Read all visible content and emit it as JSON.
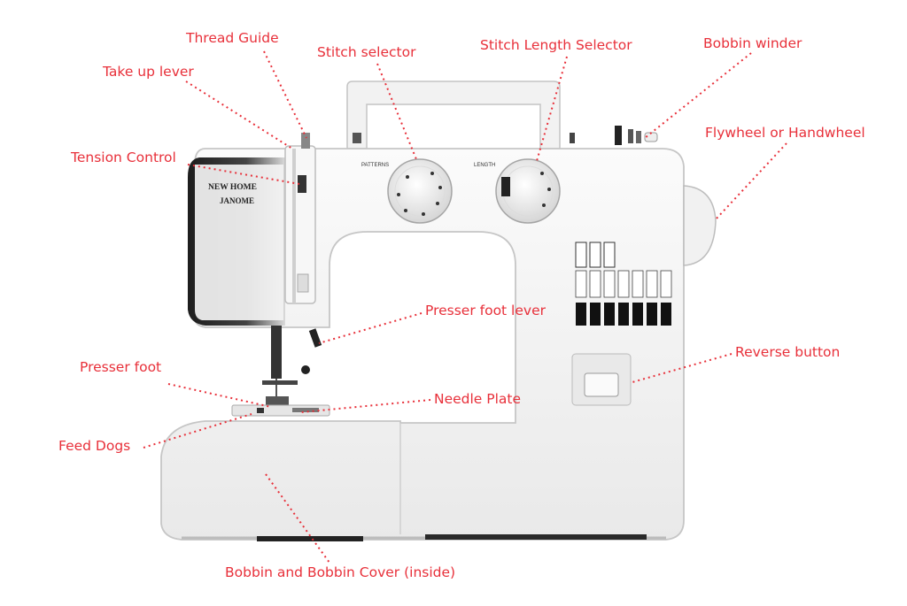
{
  "machine": {
    "brand_line1": "NEW HOME",
    "brand_line2": "JANOME",
    "dial_left_caption": "PATTERNS",
    "dial_right_caption": "LENGTH"
  },
  "labels": {
    "thread_guide": "Thread Guide",
    "take_up_lever": "Take up lever",
    "stitch_selector": "Stitch selector",
    "stitch_length_selector": "Stitch Length Selector",
    "bobbin_winder": "Bobbin winder",
    "flywheel": "Flywheel or Handwheel",
    "tension_control": "Tension Control",
    "presser_foot_lever": "Presser foot lever",
    "reverse_button": "Reverse button",
    "presser_foot": "Presser foot",
    "needle_plate": "Needle Plate",
    "feed_dogs": "Feed Dogs",
    "bobbin_cover": "Bobbin and Bobbin Cover (inside)"
  },
  "colors": {
    "label": "#e8303a",
    "body": "#f4f4f4",
    "outline": "#c8c8c8"
  }
}
